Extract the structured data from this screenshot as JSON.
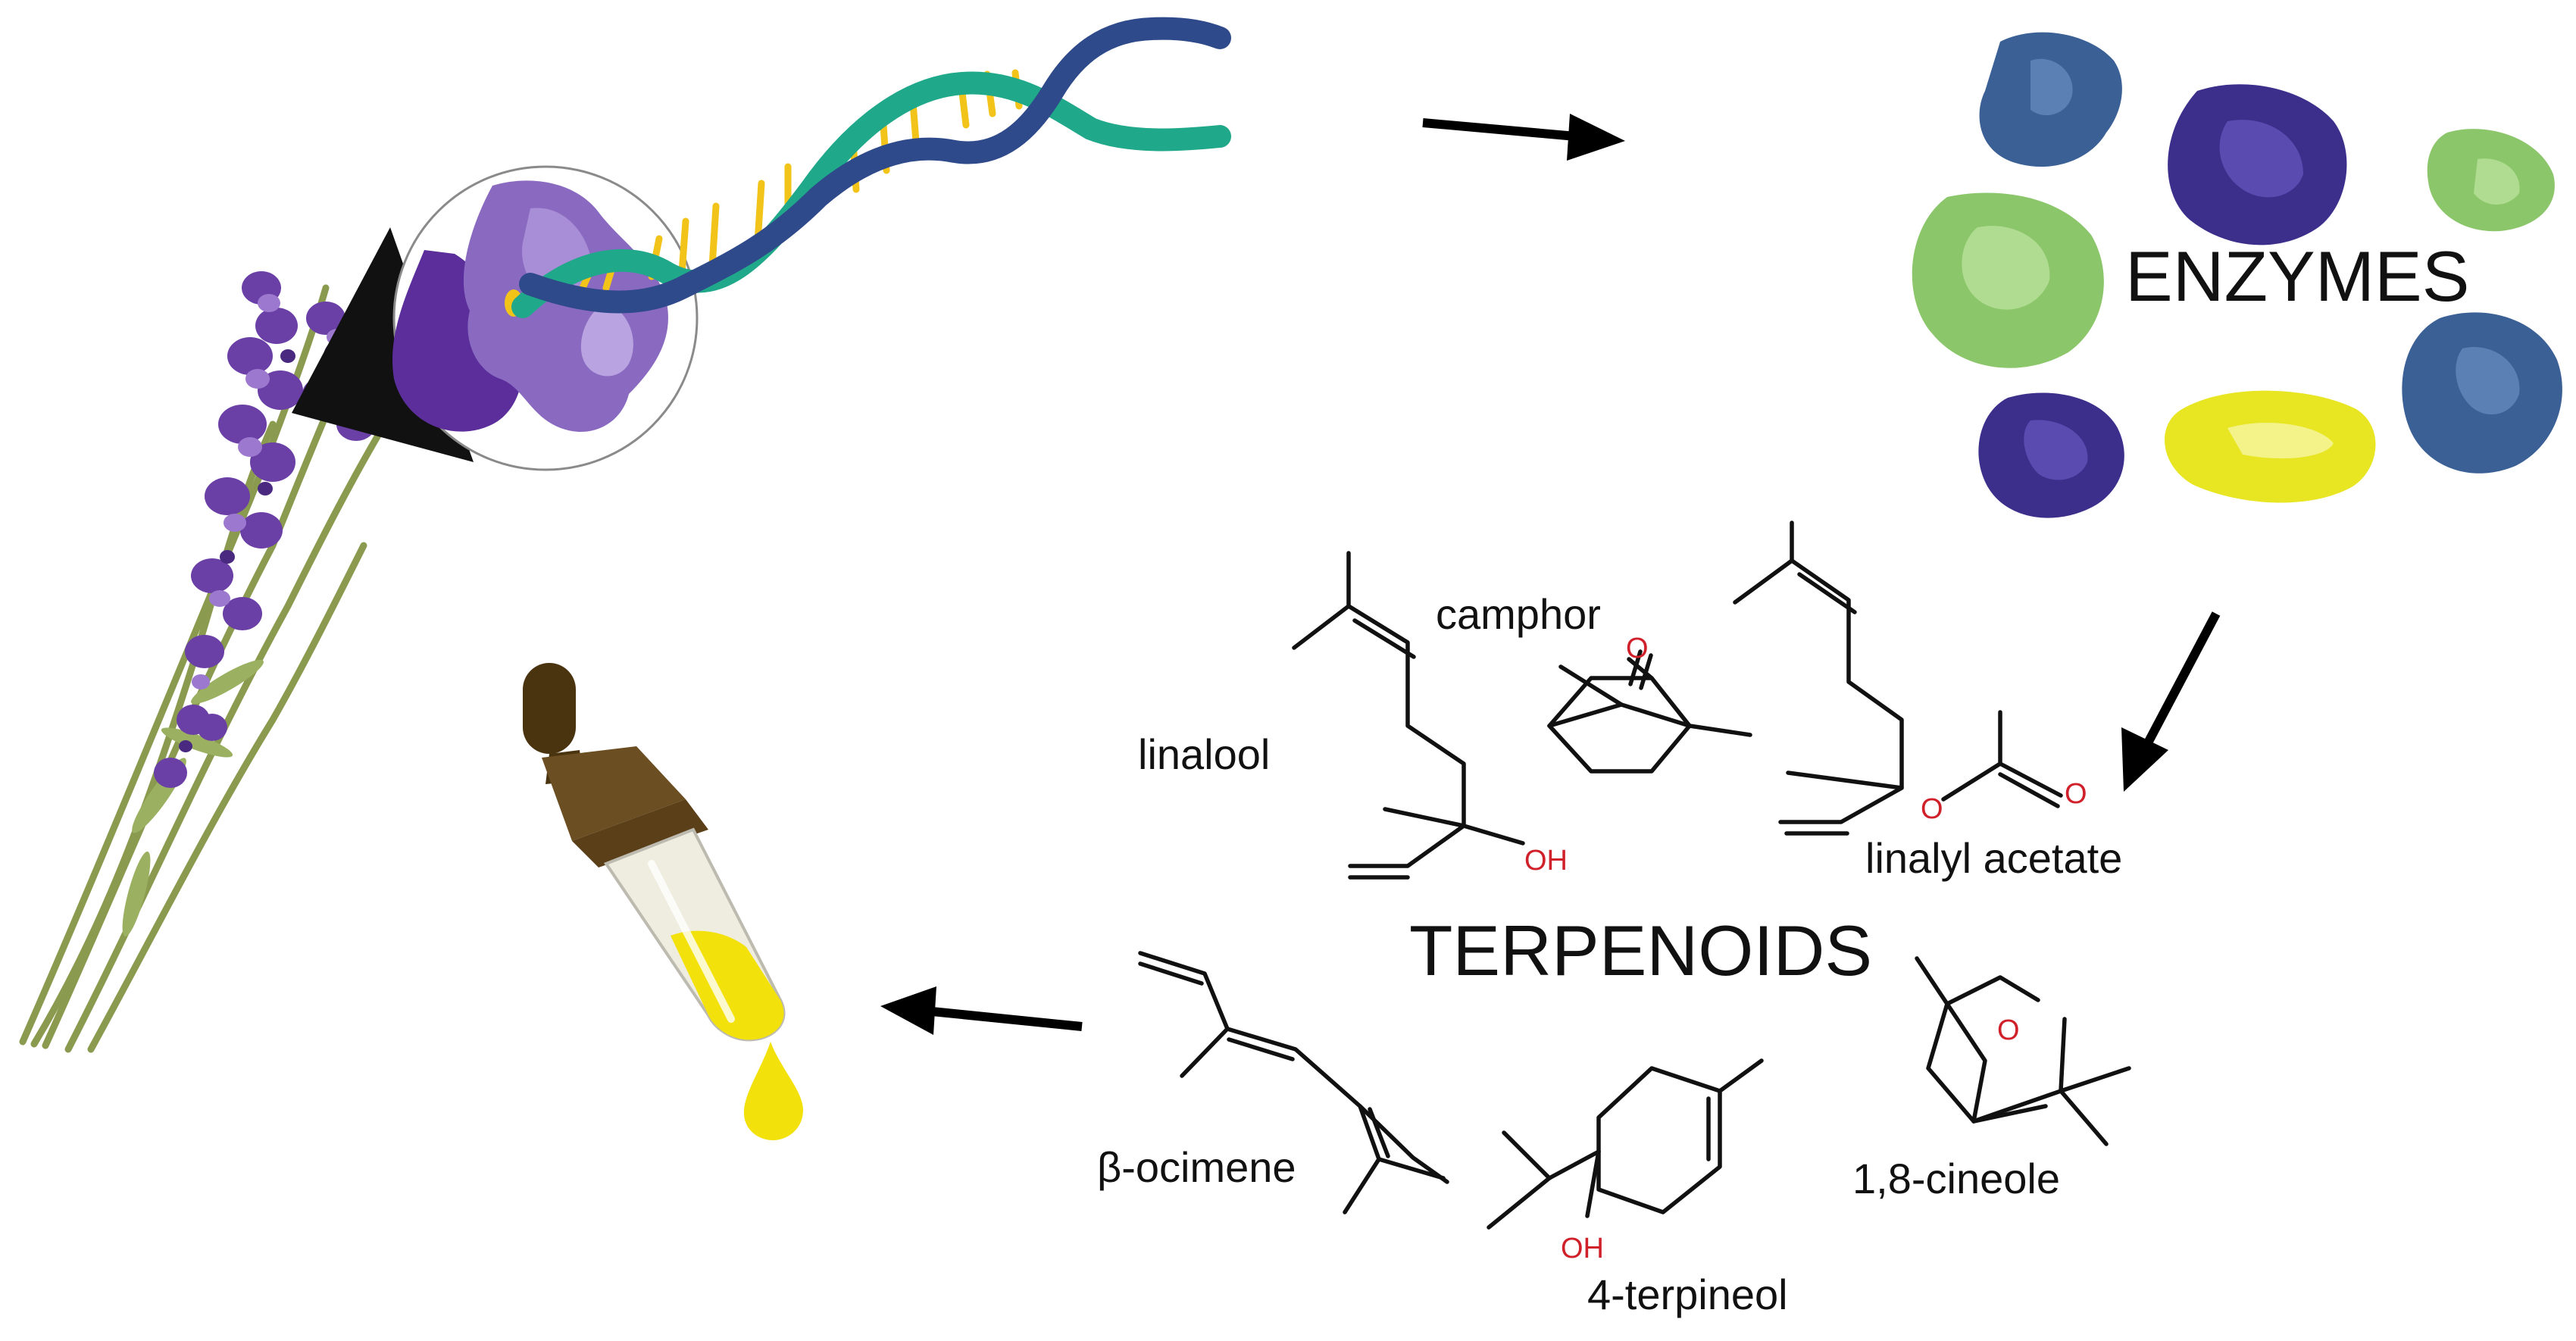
{
  "labels": {
    "enzymes": "ENZYMES",
    "terpenoids": "TERPENOIDS"
  },
  "compounds": {
    "linalool": "linalool",
    "camphor": "camphor",
    "linalyl_acetate": "linalyl acetate",
    "ocimene": "β-ocimene",
    "terpineol": "4-terpineol",
    "cineole": "1,8-cineole"
  },
  "atoms": {
    "hydroxyl": "OH",
    "oxygen": "O"
  },
  "colors": {
    "lavender": "#7b4fb3",
    "dna_green": "#1fa889",
    "dna_blue": "#2f4a8a",
    "base_pair": "#f2c318",
    "enzyme_blue": "#3b6096",
    "enzyme_purple": "#3c2f8c",
    "enzyme_green": "#8cc66a",
    "enzyme_yellow": "#e8e522",
    "oil_yellow": "#f2e10b",
    "dropper_brown": "#6b4e22",
    "heteroatom_red": "#d0202a"
  },
  "icons": [
    "lavender-plant-icon",
    "magnifier-lens-icon",
    "protein-icon",
    "dna-helix-icon",
    "enzyme-blob-icon",
    "dropper-icon",
    "oil-drop-icon"
  ]
}
